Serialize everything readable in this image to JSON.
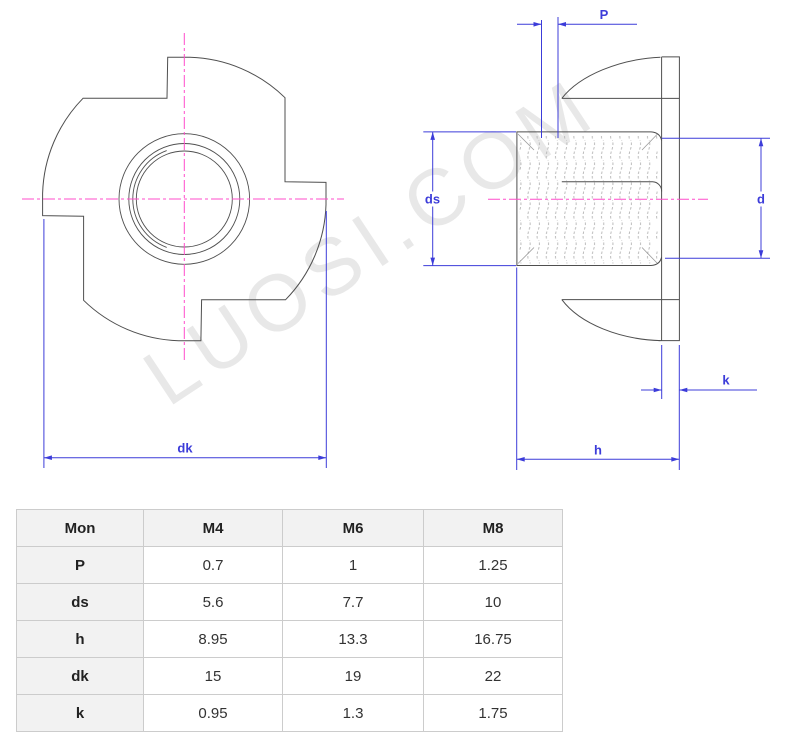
{
  "watermark": "LUOSI.COM",
  "drawing": {
    "labels": {
      "dk": "dk",
      "p": "P",
      "ds": "ds",
      "d": "d",
      "k": "k",
      "h": "h"
    }
  },
  "colors": {
    "dimension": "#3c3cd9",
    "centerline": "#ff4dcb",
    "outline": "#4f4f4f",
    "thread": "#b5b5b5",
    "watermark": "#e8e8e8",
    "table_border": "#cccccc",
    "table_header_bg": "#f2f2f2",
    "table_text": "#222222",
    "value_text": "#333333"
  },
  "table": {
    "headers": [
      "Mon",
      "M4",
      "M6",
      "M8"
    ],
    "rows": [
      {
        "label": "P",
        "values": [
          "0.7",
          "1",
          "1.25"
        ]
      },
      {
        "label": "ds",
        "values": [
          "5.6",
          "7.7",
          "10"
        ]
      },
      {
        "label": "h",
        "values": [
          "8.95",
          "13.3",
          "16.75"
        ]
      },
      {
        "label": "dk",
        "values": [
          "15",
          "19",
          "22"
        ]
      },
      {
        "label": "k",
        "values": [
          "0.95",
          "1.3",
          "1.75"
        ]
      }
    ]
  }
}
